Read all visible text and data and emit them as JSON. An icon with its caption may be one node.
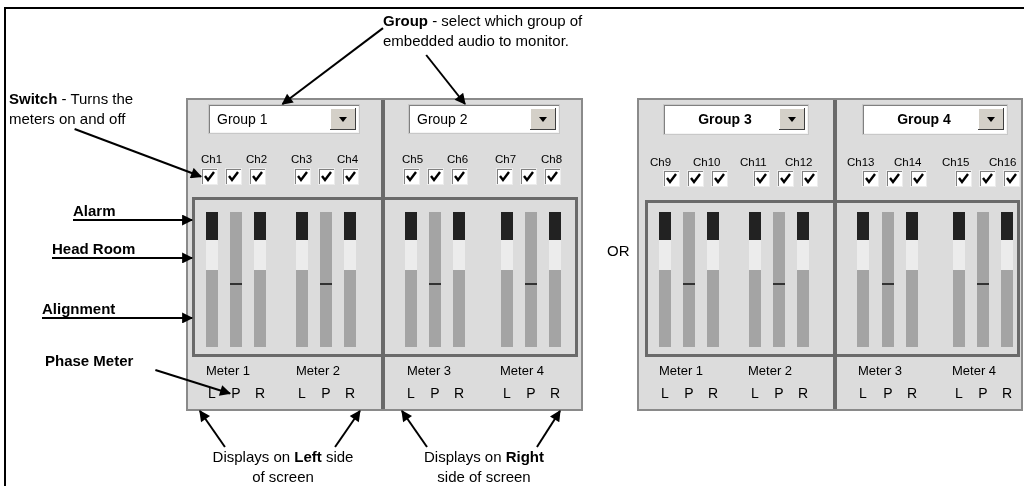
{
  "diagram": {
    "nodes": [
      {
        "text": [
          "**Group** - select which group of embedded audio to monitor."
        ]
      },
      {
        "text": [],
        "shape": "box"
      },
      {
        "text": [
          "Group 1"
        ],
        "in": 1
      },
      {
        "text": [
          "Group 2"
        ],
        "in": 1
      },
      {
        "text": [],
        "shape": "box",
        "in": 1
      },
      {
        "text": [],
        "shape": "box",
        "in": 1
      },
      {
        "text": [],
        "shape": "box",
        "in": 1
      },
      {
        "text": [],
        "shape": "box",
        "in": 1
      },
      {
        "text": [],
        "shape": "box",
        "in": 1
      },
      {
        "text": [],
        "shape": "box",
        "in": 1
      },
      {
        "text": [],
        "shape": "box",
        "in": 1
      },
      {
        "text": [],
        "shape": "box",
        "in": 1
      },
      {
        "text": [],
        "shape": "box",
        "in": 1
      },
      {
        "text": [],
        "shape": "box",
        "in": 1
      },
      {
        "text": [],
        "shape": "box",
        "in": 1
      },
      {
        "text": [],
        "shape": "box",
        "in": 1
      },
      {
        "text": [],
        "shape": "box",
        "in": 1
      },
      {
        "text": [
          "P"
        ],
        "in": 1
      },
      {
        "text": [],
        "shape": "box"
      },
      {
        "text": [
          "Group 3"
        ],
        "in": 18
      },
      {
        "text": [
          "Group 4"
        ],
        "in": 18
      },
      {
        "text": [],
        "shape": "box",
        "in": 18
      },
      {
        "text": [],
        "shape": "box",
        "in": 18
      },
      {
        "text": [],
        "shape": "box",
        "in": 18
      },
      {
        "text": [],
        "shape": "box",
        "in": 18
      },
      {
        "text": [],
        "shape": "box",
        "in": 18
      },
      {
        "text": [],
        "shape": "box",
        "in": 18
      },
      {
        "text": [],
        "shape": "box",
        "in": 18
      },
      {
        "text": [],
        "shape": "box",
        "in": 18
      },
      {
        "text": [],
        "shape": "box",
        "in": 18
      },
      {
        "text": [],
        "shape": "box",
        "in": 18
      },
      {
        "text": [],
        "shape": "box",
        "in": 18
      },
      {
        "text": [],
        "shape": "box",
        "in": 18
      },
      {
        "text": [
          "**Switch** - Turns the meters on and off"
        ]
      },
      {
        "text": [
          "Alarm"
        ]
      },
      {
        "text": [
          "Head Room"
        ]
      },
      {
        "text": [
          "Alignment"
        ]
      },
      {
        "text": [
          "Phase Meter"
        ]
      },
      {
        "text": [
          "Displays on **Left** side of screen"
        ]
      },
      {
        "text": [
          "Displays on **Right** side of screen"
        ]
      }
    ],
    "edges": [
      {
        "from": 0,
        "to": 2,
        "arrow": "to"
      },
      {
        "from": 0,
        "to": 3,
        "arrow": "to"
      },
      {
        "from": 33,
        "to": 4,
        "arrow": "to"
      },
      {
        "from": 34,
        "to": 16,
        "arrow": "to"
      },
      {
        "from": 35,
        "to": 16,
        "arrow": "to"
      },
      {
        "from": 36,
        "to": 16,
        "arrow": "to"
      },
      {
        "from": 37,
        "to": 17,
        "arrow": "to"
      },
      {
        "from": 38,
        "to": 1,
        "arrow": "to"
      },
      {
        "from": 38,
        "to": 1,
        "arrow": "to"
      },
      {
        "from": 39,
        "to": 1,
        "arrow": "to"
      },
      {
        "from": 39,
        "to": 1,
        "arrow": "to"
      }
    ],
    "labels": [
      "Ch1",
      "Ch2",
      "Ch3",
      "Ch4",
      "Ch5",
      "Ch6",
      "Ch7",
      "Ch8",
      "Meter 1",
      "Meter 2",
      "Meter 3",
      "Meter 4",
      "L",
      "R",
      "L",
      "P",
      "R",
      "L",
      "P",
      "R",
      "L",
      "P",
      "R",
      "OR",
      "Ch9",
      "Ch10",
      "Ch11",
      "Ch12",
      "Ch13",
      "Ch14",
      "Ch15",
      "Ch16",
      "Meter 1",
      "Meter 2",
      "Meter 3",
      "Meter 4",
      "L",
      "P",
      "R",
      "L",
      "P",
      "R",
      "L",
      "P",
      "R",
      "L",
      "P",
      "R"
    ]
  }
}
